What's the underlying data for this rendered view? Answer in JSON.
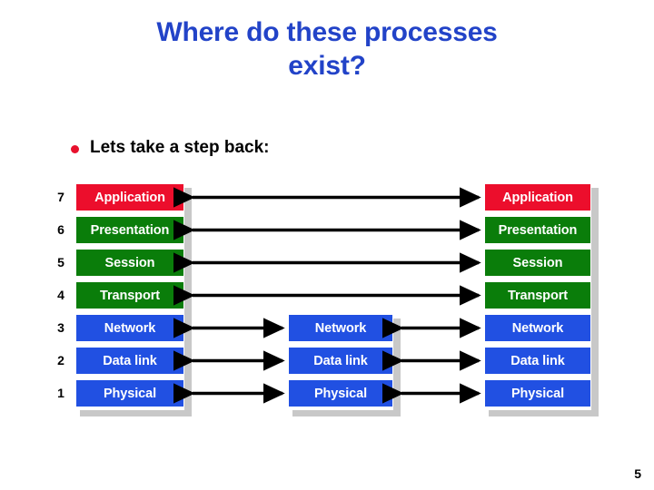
{
  "slide": {
    "title": "Where do these processes exist?",
    "title_line1": "Where do these processes",
    "title_line2": "exist?",
    "title_color": "#2243c8",
    "page_number": "5",
    "background": "#ffffff"
  },
  "bullet": {
    "marker": "bullet-dot",
    "marker_color": "#e8112d",
    "text": "Lets take a step back:"
  },
  "diagram": {
    "type": "osi-layer-stack",
    "colors": {
      "application": "#ec0e2c",
      "upper_layers": "#0a7d0a",
      "lower_layers": "#2150e2",
      "shadow": "#c8c8c8",
      "arrow": "#000000",
      "box_text": "#ffffff",
      "layer_number": "#000000"
    },
    "layer_numbers": [
      "7",
      "6",
      "5",
      "4",
      "3",
      "2",
      "1"
    ],
    "columns": [
      {
        "name": "left-host",
        "layers": [
          {
            "number": "7",
            "label": "Application",
            "color": "red"
          },
          {
            "number": "6",
            "label": "Presentation",
            "color": "green"
          },
          {
            "number": "5",
            "label": "Session",
            "color": "green"
          },
          {
            "number": "4",
            "label": "Transport",
            "color": "green"
          },
          {
            "number": "3",
            "label": "Network",
            "color": "blue"
          },
          {
            "number": "2",
            "label": "Data link",
            "color": "blue"
          },
          {
            "number": "1",
            "label": "Physical",
            "color": "blue"
          }
        ]
      },
      {
        "name": "middle-router",
        "layers": [
          {
            "number": "3",
            "label": "Network",
            "color": "blue"
          },
          {
            "number": "2",
            "label": "Data link",
            "color": "blue"
          },
          {
            "number": "1",
            "label": "Physical",
            "color": "blue"
          }
        ]
      },
      {
        "name": "right-host",
        "layers": [
          {
            "number": "7",
            "label": "Application",
            "color": "red"
          },
          {
            "number": "6",
            "label": "Presentation",
            "color": "green"
          },
          {
            "number": "5",
            "label": "Session",
            "color": "green"
          },
          {
            "number": "4",
            "label": "Transport",
            "color": "green"
          },
          {
            "number": "3",
            "label": "Network",
            "color": "blue"
          },
          {
            "number": "2",
            "label": "Data link",
            "color": "blue"
          },
          {
            "number": "1",
            "label": "Physical",
            "color": "blue"
          }
        ]
      }
    ],
    "connectors": [
      {
        "layer": "7",
        "span": "left-to-right",
        "style": "double-headed"
      },
      {
        "layer": "6",
        "span": "left-to-right",
        "style": "double-headed"
      },
      {
        "layer": "5",
        "span": "left-to-right",
        "style": "double-headed"
      },
      {
        "layer": "4",
        "span": "left-to-right",
        "style": "double-headed"
      },
      {
        "layer": "3",
        "span": "left-to-middle",
        "style": "double-headed"
      },
      {
        "layer": "3",
        "span": "middle-to-right",
        "style": "double-headed"
      },
      {
        "layer": "2",
        "span": "left-to-middle",
        "style": "double-headed"
      },
      {
        "layer": "2",
        "span": "middle-to-right",
        "style": "double-headed"
      },
      {
        "layer": "1",
        "span": "left-to-middle",
        "style": "double-headed"
      },
      {
        "layer": "1",
        "span": "middle-to-right",
        "style": "double-headed"
      }
    ]
  }
}
